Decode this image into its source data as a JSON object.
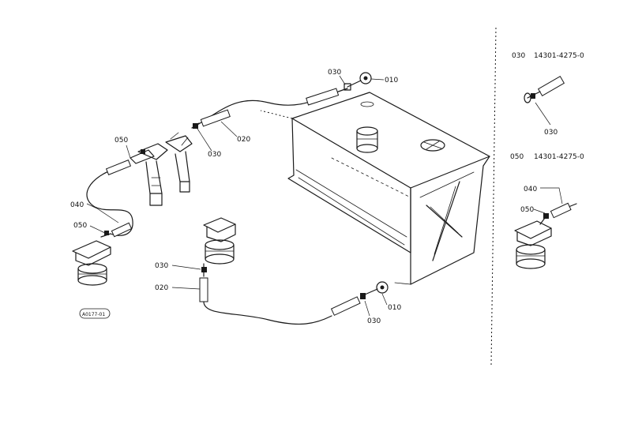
{
  "callouts": {
    "tank_band_nut": "010",
    "tank_band_clamp": "030",
    "upper_hose": "020",
    "mid_clamp": "030",
    "injector_label": "050",
    "left_hose_label": "040",
    "left_hose_clip": "050",
    "filter_clamp": "030",
    "filter_hose": "020",
    "lower_nut": "010",
    "lower_clamp": "030",
    "ref_code": "A0177-01"
  },
  "side_panel": {
    "part1": {
      "ref": "030",
      "number": "14301-4275-0",
      "detail_label": "030"
    },
    "part2": {
      "ref": "050",
      "number": "14301-4275-0",
      "label_040": "040",
      "label_050": "050"
    }
  }
}
